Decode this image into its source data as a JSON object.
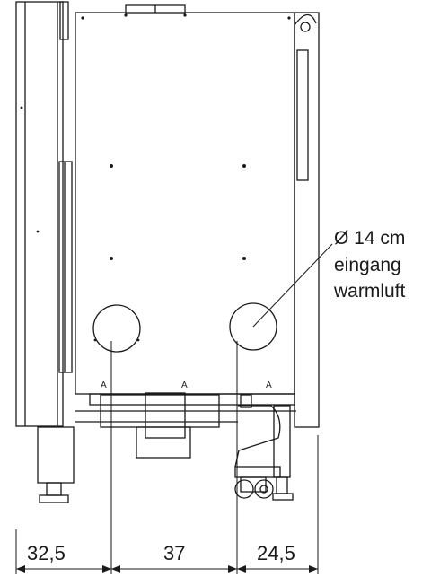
{
  "callout": {
    "line1": "Ø 14 cm",
    "line2": "eingang",
    "line3": "warmluft"
  },
  "dimensions": {
    "left": "32,5",
    "middle": "37",
    "right": "24,5"
  },
  "markers": [
    "A",
    "A",
    "A"
  ]
}
